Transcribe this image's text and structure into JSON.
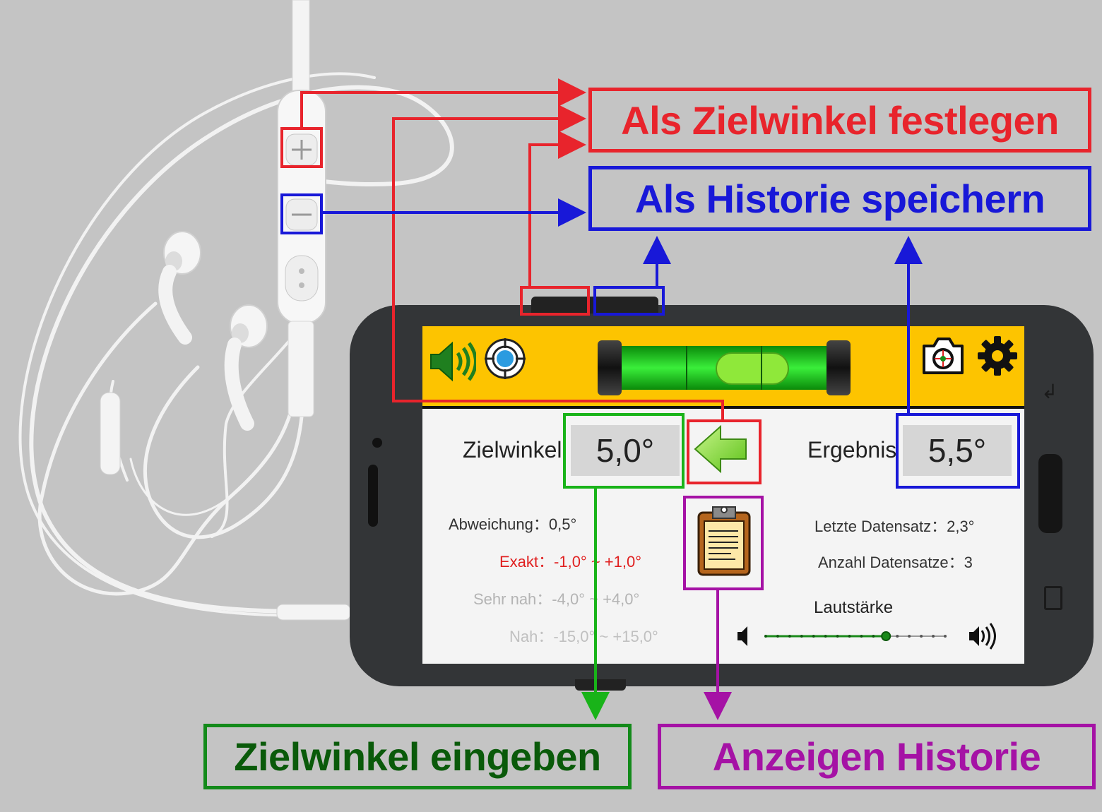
{
  "callouts": {
    "set_target": "Als Zielwinkel festlegen",
    "save_history": "Als Historie speichern",
    "enter_target": "Zielwinkel eingeben",
    "show_history": "Anzeigen Historie"
  },
  "app": {
    "target_label": "Zielwinkel",
    "target_value": "5,0°",
    "result_label": "Ergebnis",
    "result_value": "5,5°",
    "deviation": "Abweichung：0,5°",
    "exact": "Exakt：-1,0° ~ +1,0°",
    "very_near": "Sehr nah：-4,0° ~ +4,0°",
    "near": "Nah：-15,0° ~ +15,0°",
    "last_record": "Letzte Datensatz：2,3°",
    "record_count": "Anzahl Datensatze：3",
    "volume_label": "Lautstärke",
    "volume_level": 0.67
  },
  "colors": {
    "background": "#c4c4c4",
    "topbar": "#fdc400",
    "red": "#e8242c",
    "blue": "#1818d8",
    "green": "#138a1a",
    "purple": "#a512a5",
    "exact_text": "#e02020",
    "faded_text": "#b4b4b4"
  },
  "icons": [
    "speaker-icon",
    "crosshair-icon",
    "bubble-level",
    "camera-icon",
    "gear-icon",
    "arrow-left-icon",
    "clipboard-icon",
    "volume-low-icon",
    "volume-high-icon",
    "earphones"
  ]
}
